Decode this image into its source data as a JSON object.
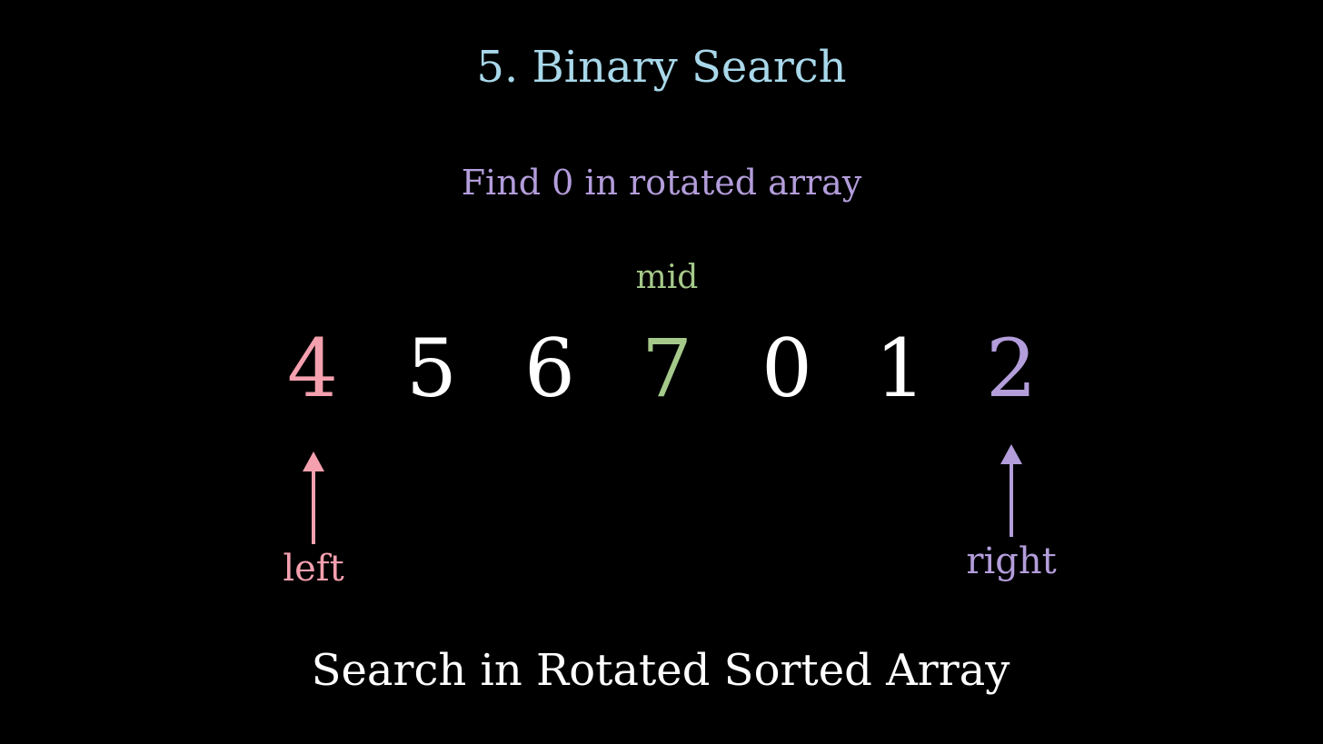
{
  "title": "5. Binary Search",
  "subtitle": "Find 0 in rotated array",
  "mid_label": "mid",
  "array": [
    "4",
    "5",
    "6",
    "7",
    "0",
    "1",
    "2"
  ],
  "left_label": "left",
  "right_label": "right",
  "footer": "Search in Rotated Sorted Array",
  "colors": {
    "background": "#000000",
    "title": "#a8d8ea",
    "subtitle": "#b39ddb",
    "mid": "#a5c98a",
    "left": "#f4a0ae",
    "right": "#b39ddb",
    "default_number": "#ffffff",
    "footer": "#ffffff"
  }
}
